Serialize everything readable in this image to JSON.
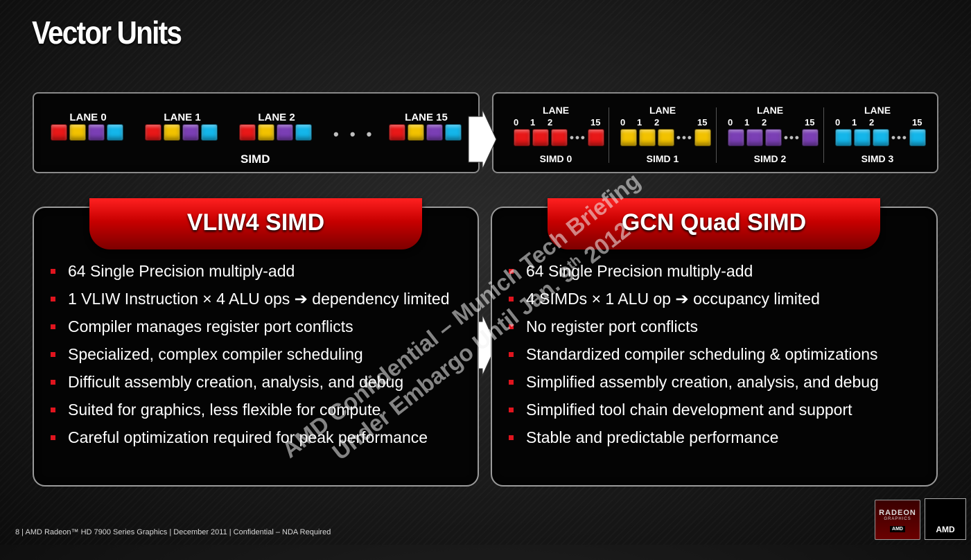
{
  "title": "Vector Units",
  "colors": {
    "red": "#e81818",
    "yellow": "#f2c200",
    "purple": "#7b3fb5",
    "cyan": "#14b6ea",
    "bullet": "#e0141e"
  },
  "top_left": {
    "lanes": [
      {
        "label": "LANE 0"
      },
      {
        "label": "LANE 1"
      },
      {
        "label": "LANE 2"
      },
      {
        "label": "LANE 15"
      }
    ],
    "ellipsis": "• • •",
    "simd_label": "SIMD"
  },
  "top_right": {
    "groups": [
      {
        "lane_label": "LANE",
        "nums": [
          "0",
          "1",
          "2",
          "15"
        ],
        "name": "SIMD 0",
        "color": "red"
      },
      {
        "lane_label": "LANE",
        "nums": [
          "0",
          "1",
          "2",
          "15"
        ],
        "name": "SIMD 1",
        "color": "yellow"
      },
      {
        "lane_label": "LANE",
        "nums": [
          "0",
          "1",
          "2",
          "15"
        ],
        "name": "SIMD 2",
        "color": "purple"
      },
      {
        "lane_label": "LANE",
        "nums": [
          "0",
          "1",
          "2",
          "15"
        ],
        "name": "SIMD 3",
        "color": "cyan"
      }
    ],
    "ellipsis": "•••"
  },
  "left_panel": {
    "title": "VLIW4 SIMD",
    "bullets": [
      "64 Single Precision multiply-add",
      "1 VLIW Instruction × 4 ALU ops ➔ dependency limited",
      "Compiler manages register port conflicts",
      "Specialized, complex compiler scheduling",
      "Difficult assembly creation, analysis, and debug",
      "Suited for graphics, less flexible for compute",
      "Careful optimization required for peak performance"
    ]
  },
  "right_panel": {
    "title": "GCN Quad SIMD",
    "bullets": [
      "64 Single Precision multiply-add",
      "4 SIMDs × 1 ALU op ➔ occupancy limited",
      "No register port conflicts",
      "Standardized compiler scheduling & optimizations",
      "Simplified assembly creation, analysis, and debug",
      "Simplified tool chain development and support",
      "Stable and predictable performance"
    ]
  },
  "watermark": {
    "line1": "AMD Confidential – Munich Tech Briefing",
    "line2_pre": "Under Embargo Until Jan. 9",
    "line2_sup": "th",
    "line2_post": " 2012"
  },
  "footer": "8  |  AMD Radeon™ HD 7900 Series Graphics  |  December 2011  |  Confidential – NDA Required",
  "logos": {
    "radeon": {
      "line1": "RADEON",
      "line2": "GRAPHICS",
      "line3": "AMD"
    },
    "amd": "AMD"
  }
}
